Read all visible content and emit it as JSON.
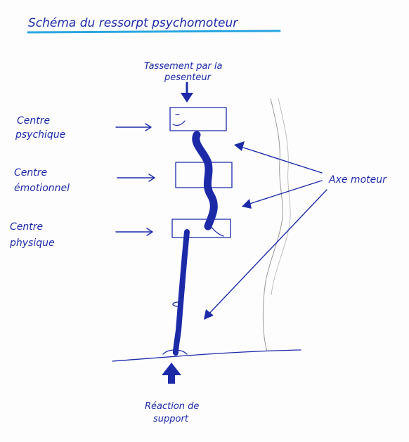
{
  "title": "Schéma du ressorpt psychomoteur",
  "top_label": {
    "line1": "Tassement par la",
    "line2": "pesenteur"
  },
  "left_labels": [
    {
      "line1": "Centre",
      "line2": "psychique"
    },
    {
      "line1": "Centre",
      "line2": "émotionnel"
    },
    {
      "line1": "Centre",
      "line2": "physique"
    }
  ],
  "right_label": "Axe moteur",
  "bottom_label": {
    "line1": "Réaction de",
    "line2": "support"
  },
  "colors": {
    "ink": "#1d2aa8",
    "title_underline": "#2aa7e0",
    "pencil": "#9a9a9a",
    "paper": "#fdfdfd"
  }
}
